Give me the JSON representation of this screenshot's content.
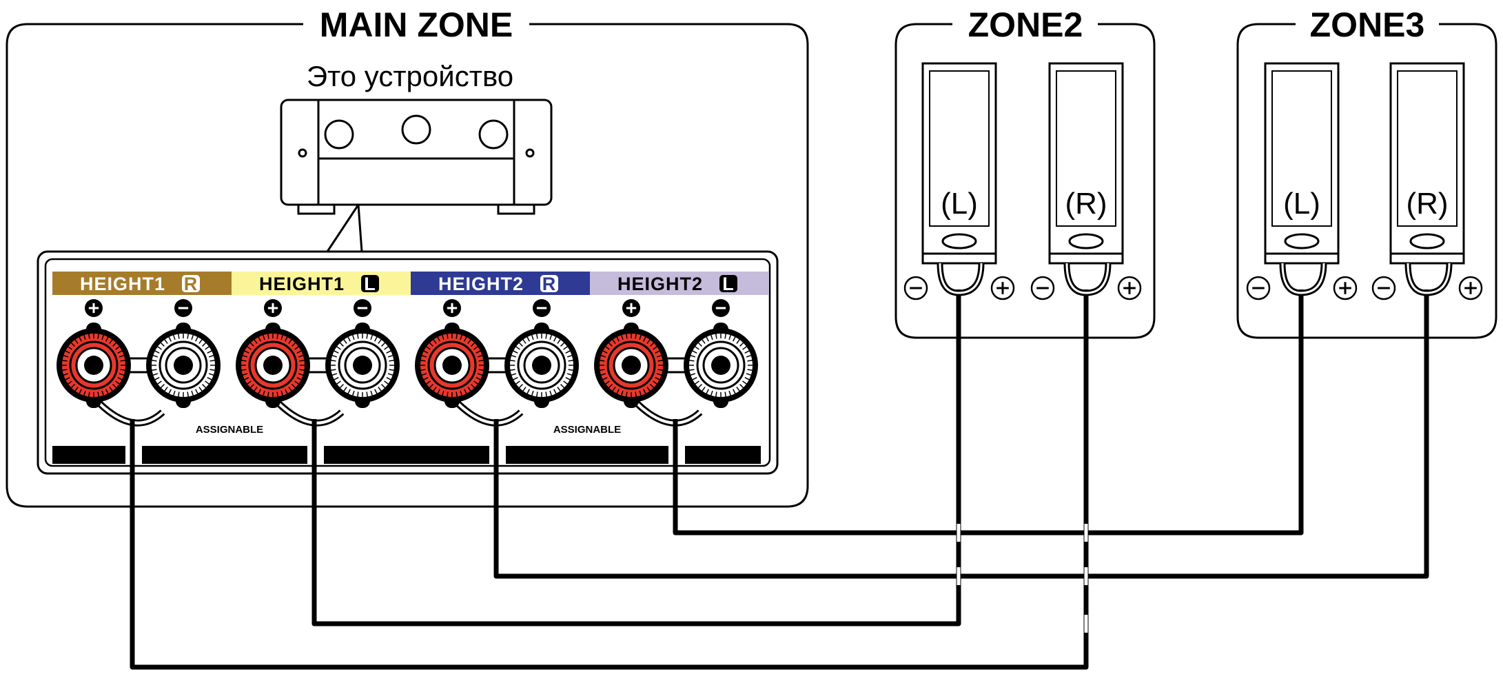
{
  "zones": {
    "main": {
      "title": "MAIN ZONE"
    },
    "zone2": {
      "title": "ZONE2"
    },
    "zone3": {
      "title": "ZONE3"
    }
  },
  "device": {
    "label": "Это устройство"
  },
  "terminals": [
    {
      "label": "HEIGHT1",
      "channel": "R",
      "band_color": "#a67c2a",
      "text_color": "#ffffff"
    },
    {
      "label": "HEIGHT1",
      "channel": "L",
      "band_color": "#fbf59a",
      "text_color": "#000000"
    },
    {
      "label": "HEIGHT2",
      "channel": "R",
      "band_color": "#2e3a94",
      "text_color": "#ffffff"
    },
    {
      "label": "HEIGHT2",
      "channel": "L",
      "band_color": "#c5bcdc",
      "text_color": "#000000"
    }
  ],
  "assignable": [
    "ASSIGNABLE",
    "ASSIGNABLE"
  ],
  "speakers": [
    {
      "zone": "ZONE2",
      "label": "(L)"
    },
    {
      "zone": "ZONE2",
      "label": "(R)"
    },
    {
      "zone": "ZONE3",
      "label": "(L)"
    },
    {
      "zone": "ZONE3",
      "label": "(R)"
    }
  ],
  "colors": {
    "positive_terminal": "#e8382b",
    "negative_terminal": "#ffffff",
    "wire": "#000000"
  }
}
